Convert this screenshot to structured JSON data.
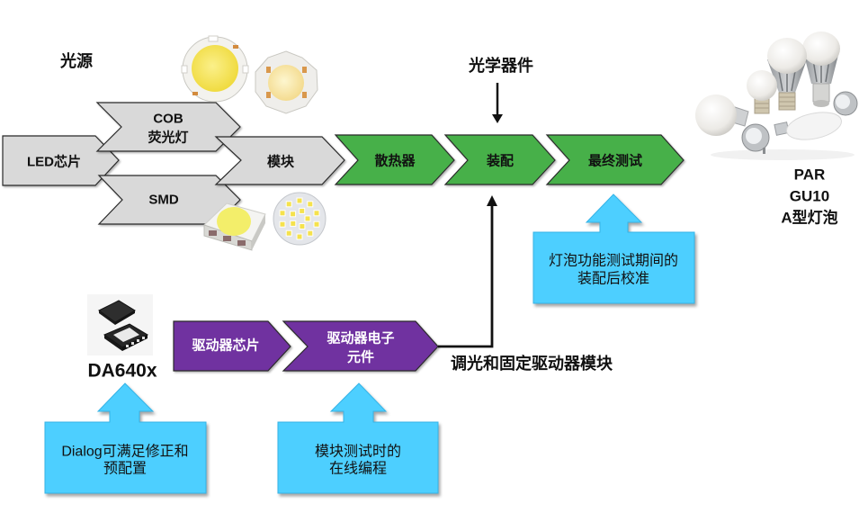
{
  "headings": {
    "light_source": "光源",
    "optics": "光学器件",
    "dimming_module": "调光和固定驱动器模块"
  },
  "flow": {
    "led_chip": "LED芯片",
    "cob": [
      "COB",
      "荧光灯"
    ],
    "smd": "SMD",
    "module": "模块",
    "heatsink": "散热器",
    "assembly": "装配",
    "final_test": "最终测试",
    "driver_chip": "驱动器芯片",
    "driver_components": [
      "驱动器电子",
      "元件"
    ]
  },
  "products": [
    "PAR",
    "GU10",
    "A型灯泡"
  ],
  "chip_label": "DA640x",
  "callouts": [
    {
      "lines": [
        "灯泡功能测试期间的",
        "装配后校准"
      ]
    },
    {
      "lines": [
        "Dialog可满足修正和",
        "预配置"
      ]
    },
    {
      "lines": [
        "模块测试时的",
        "在线编程"
      ]
    }
  ],
  "colors": {
    "gray_stage": "#d9d9d9",
    "green_stage": "#46b04a",
    "purple_stage": "#7030a0",
    "callout": "#4dcfff",
    "led_yellow": "#f5e24c",
    "warm_yellow": "#f8e6a0"
  }
}
